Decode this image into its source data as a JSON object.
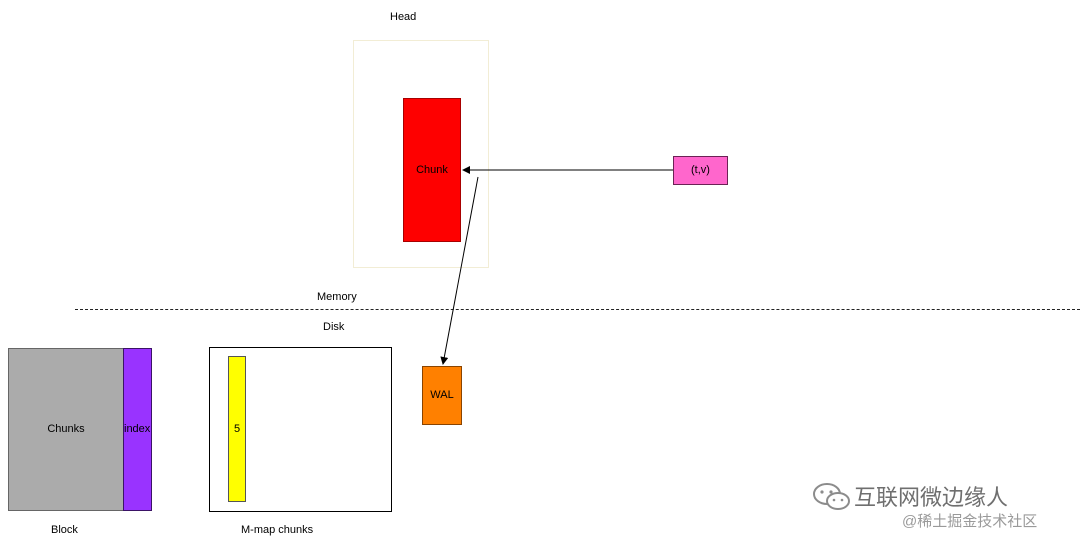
{
  "diagram": {
    "head_label": "Head",
    "chunk_label": "Chunk",
    "sample_label": "(t,v)",
    "memory_label": "Memory",
    "disk_label": "Disk",
    "block_chunks_label": "Chunks",
    "block_index_label": "index",
    "block_label": "Block",
    "mmap_bar_label": "5",
    "mmap_label": "M-map chunks",
    "wal_label": "WAL"
  },
  "watermark": {
    "line1": "互联网微边缘人",
    "line2": "@稀土掘金技术社区"
  },
  "colors": {
    "chunk": "#fe0000",
    "sample": "#ff66cc",
    "block_chunks": "#ababab",
    "block_index": "#9933ff",
    "mmap_bar": "#ffff00",
    "wal": "#ff8000"
  }
}
